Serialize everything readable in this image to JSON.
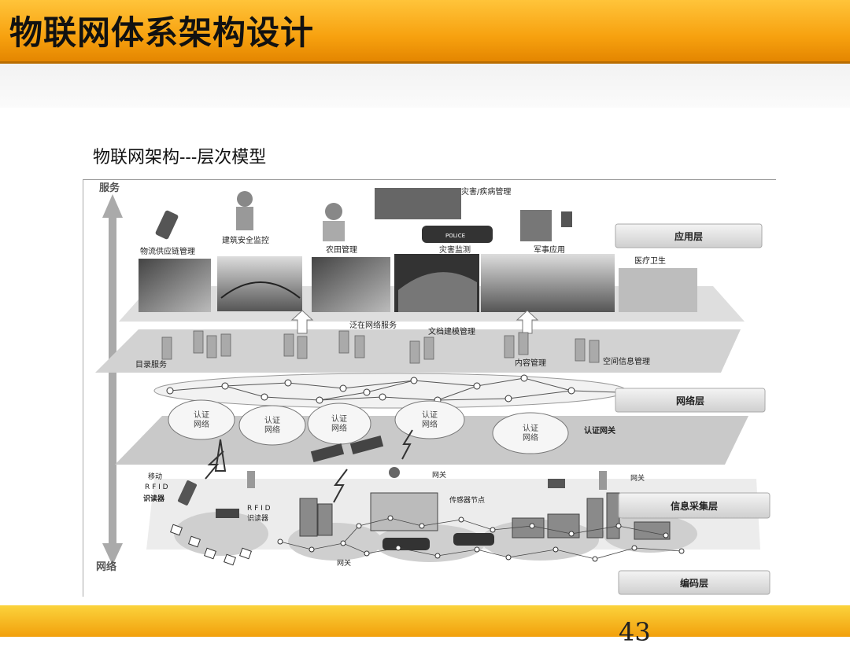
{
  "slide": {
    "title": "物联网体系架构设计",
    "subtitle": "物联网架构---层次模型",
    "page_number": "43"
  },
  "axis": {
    "top": "服务",
    "bottom": "网络"
  },
  "layers": {
    "application": "应用层",
    "network": "网络层",
    "sensing": "信息采集层",
    "encoding": "编码层"
  },
  "applications": {
    "logistics": "物流供应链管理",
    "building": "建筑安全监控",
    "farm": "农田管理",
    "disaster": "灾害/疾病管理",
    "monitor": "灾害监测",
    "military": "军事应用",
    "medical": "医疗卫生"
  },
  "services": {
    "ubiquitous": "泛在网络服务",
    "document": "文档建模管理",
    "directory": "目录服务",
    "content": "内容管理",
    "spatial": "空间信息管理"
  },
  "network": {
    "auth_net": [
      "认证\n网络",
      "认证\n网络",
      "认证\n网络",
      "认证\n网络",
      "认证\n网络"
    ],
    "auth_gateway": "认证网关"
  },
  "sensing": {
    "mobile_rfid": [
      "移动",
      "R F I D",
      "识读器"
    ],
    "rfid_reader": [
      "R F I D",
      "识读器"
    ],
    "sensor_node": "传感器节点",
    "gateway": "网关",
    "police_label": "POLICE"
  }
}
